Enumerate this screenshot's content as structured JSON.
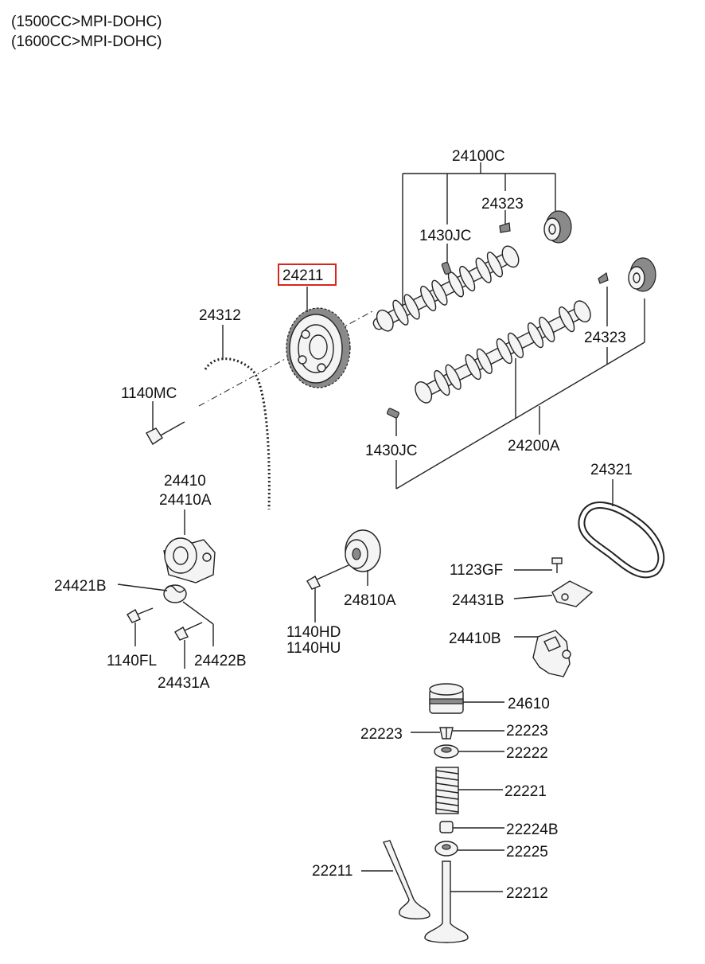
{
  "header": {
    "line1": "(1500CC>MPI-DOHC)",
    "line2": "(1600CC>MPI-DOHC)"
  },
  "labels": {
    "p24100C": "24100C",
    "p24323_top": "24323",
    "p1430JC_top": "1430JC",
    "p24211": "24211",
    "p24312": "24312",
    "p24323_right": "24323",
    "p1140MC": "1140MC",
    "p1430JC_bottom": "1430JC",
    "p24200A": "24200A",
    "p24321": "24321",
    "p24410": "24410",
    "p24410A": "24410A",
    "p1123GF": "1123GF",
    "p24431B": "24431B",
    "p24421B": "24421B",
    "p24810A": "24810A",
    "p1140HD": "1140HD",
    "p1140HU": "1140HU",
    "p24410B": "24410B",
    "p1140FL": "1140FL",
    "p24422B": "24422B",
    "p24431A": "24431A",
    "p24610": "24610",
    "p22223_left": "22223",
    "p22223_right": "22223",
    "p22222": "22222",
    "p22221": "22221",
    "p22224B": "22224B",
    "p22225": "22225",
    "p22211": "22211",
    "p22212": "22212"
  },
  "highlight": {
    "part": "24211",
    "color": "#d9261c"
  }
}
